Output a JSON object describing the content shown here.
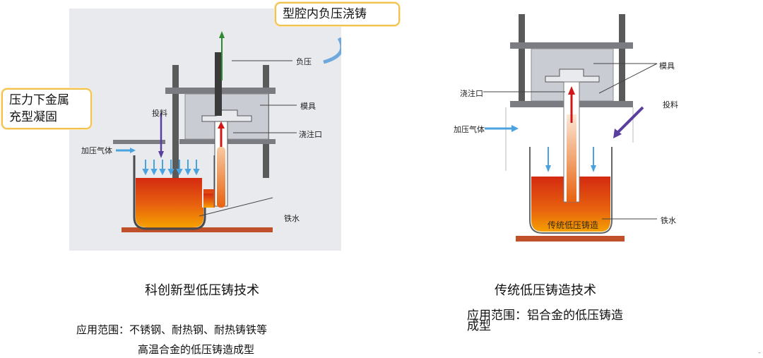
{
  "left": {
    "callout_top": "型腔内负压浇铸",
    "callout_left_line1": "压力下金属",
    "callout_left_line2": "充型凝固",
    "label_negative_pressure": "负压",
    "label_mold": "模具",
    "label_pour_gate": "浇注口",
    "label_feed": "投料",
    "label_pressurized_gas": "加压气体",
    "label_molten_iron": "铁水",
    "caption": "科创新型低压铸技术",
    "range_line1": "应用范围：不锈钢、耐热钢、耐热铸铁等",
    "range_line2": "高温合金的低压铸造成型"
  },
  "right": {
    "label_mold": "模具",
    "label_pour_gate": "浇注口",
    "label_feed": "投料",
    "label_pressurized_gas": "加压气体",
    "label_molten_iron": "铁水",
    "crucible_text": "传统低压铸造",
    "caption": "传统低压铸造技术",
    "range_line1": "应用范围：铝合金的低压铸造",
    "range_line2": "成型"
  },
  "colors": {
    "callout_border": "#f2c14e",
    "molten_top": "#d42a10",
    "molten_bottom": "#f5a000",
    "steel_dark": "#5a5a5a",
    "arrow_blue": "#4aa3df",
    "arrow_red": "#d01818",
    "arrow_purple": "#5b3f9e",
    "base_plate": "#c0502a"
  },
  "corner_mark": "–"
}
